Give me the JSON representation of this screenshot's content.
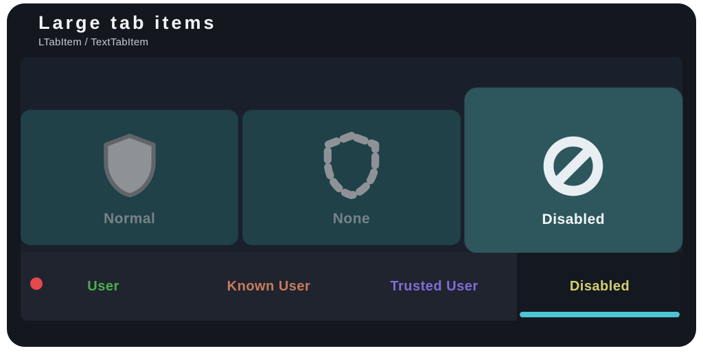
{
  "header": {
    "title": "Large tab items",
    "subtitle": "LTabItem / TextTabItem"
  },
  "large_tabs": [
    {
      "label": "Normal",
      "icon": "shield-filled-icon",
      "selected": false
    },
    {
      "label": "None",
      "icon": "shield-dashed-icon",
      "selected": false
    },
    {
      "label": "Disabled",
      "icon": "block-icon",
      "selected": true
    }
  ],
  "text_tabs": {
    "items": [
      {
        "label": "User",
        "color": "#4caf50",
        "selected": false
      },
      {
        "label": "Known User",
        "color": "#c97b5d",
        "selected": false
      },
      {
        "label": "Trusted User",
        "color": "#7d6fd9",
        "selected": false
      },
      {
        "label": "Disabled",
        "color": "#d4cf6e",
        "selected": true
      }
    ]
  },
  "colors": {
    "status_dot": "#e5484d",
    "active_tab_indicator": "#4cc5d4",
    "selected_tab_background": "#2d575d",
    "unselected_tab_background": "#1f4147"
  }
}
